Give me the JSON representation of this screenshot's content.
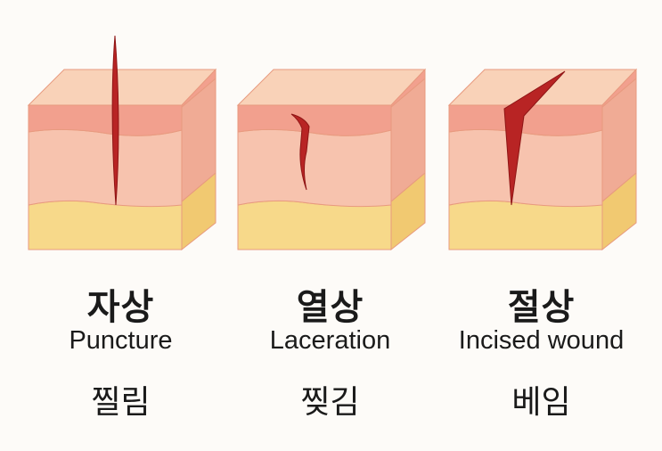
{
  "colors": {
    "fat": "#f7d98a",
    "fat_side": "#f1c971",
    "dermis": "#f7c3ae",
    "dermis_side": "#f0ab95",
    "epidermis": "#f2a08e",
    "skin_top": "#f9d2b8",
    "wound": "#b82424",
    "wound_dark": "#8e1515"
  },
  "panels": [
    {
      "title": "자상",
      "english": "Puncture",
      "korean_sub": "찔림",
      "wound_icon": "puncture-wound"
    },
    {
      "title": "열상",
      "english": "Laceration",
      "korean_sub": "찢김",
      "wound_icon": "laceration-wound"
    },
    {
      "title": "절상",
      "english": "Incised wound",
      "korean_sub": "베임",
      "wound_icon": "incised-wound"
    }
  ]
}
